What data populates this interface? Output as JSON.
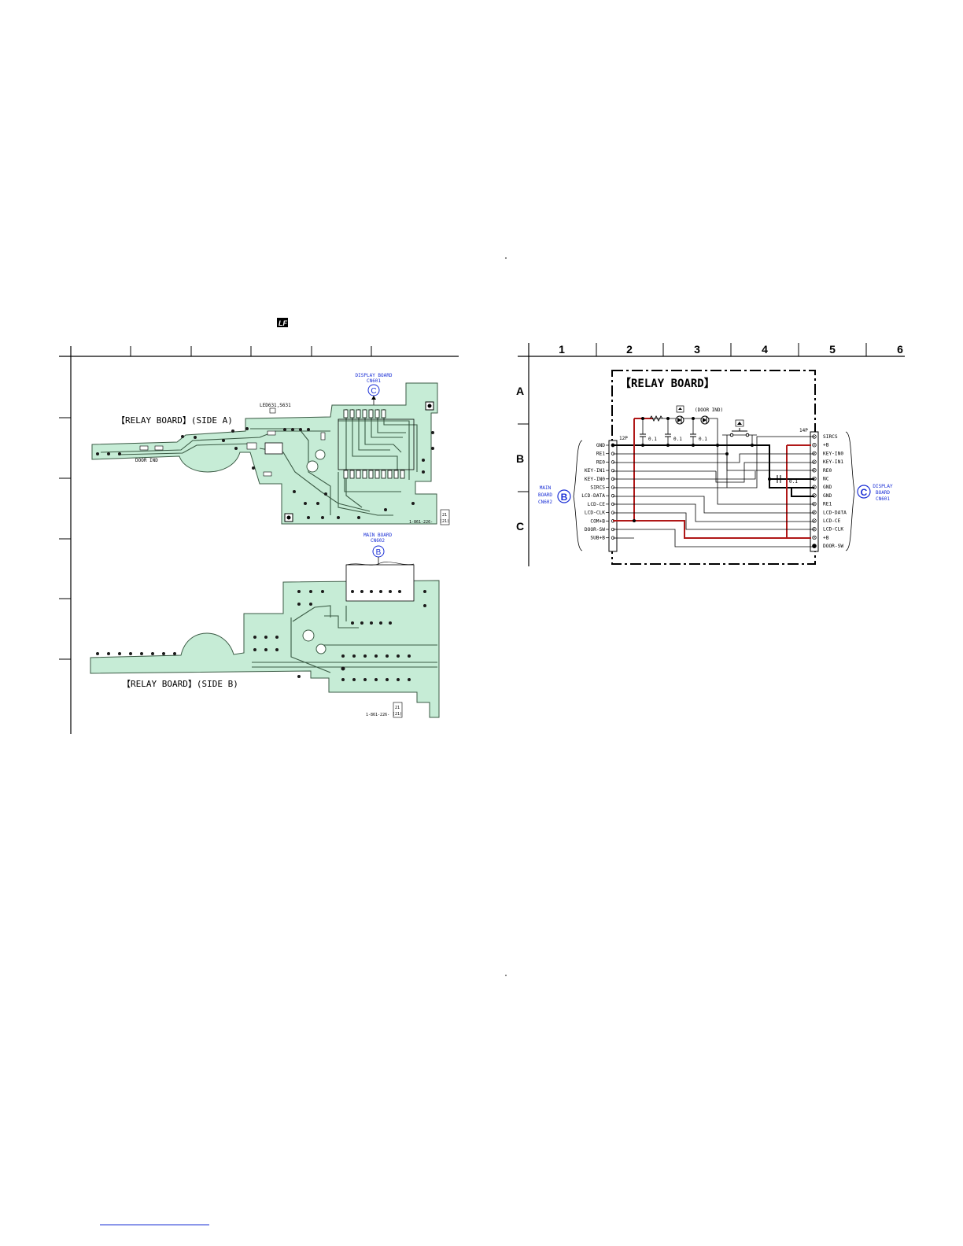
{
  "page": {
    "lf_mark": "LF"
  },
  "pcb": {
    "side_a_title": "【RELAY BOARD】(SIDE A)",
    "side_b_title": "【RELAY BOARD】(SIDE B)",
    "display_board_ref_line1": "DISPLAY BOARD",
    "display_board_ref_line2": "CN601",
    "display_board_letter": "C",
    "main_board_ref_line1": "MAIN BOARD",
    "main_board_ref_line2": "CN602",
    "main_board_letter": "B",
    "led_label": "LED631,S631",
    "door_ind_label": "DOOR IND",
    "part_number_a": "1-861-226-",
    "part_number_b": "1-861-226-",
    "rev_top": "21",
    "rev_bottom": "(21)"
  },
  "schematic": {
    "title": "【RELAY BOARD】",
    "col_labels": [
      "1",
      "2",
      "3",
      "4",
      "5",
      "6"
    ],
    "row_labels": [
      "A",
      "B",
      "C"
    ],
    "left_conn": "12P",
    "right_conn": "14P",
    "main_board_line1": "MAIN",
    "main_board_line2": "BOARD",
    "main_board_line3": "CN602",
    "main_board_letter": "B",
    "display_board_line1": "DISPLAY",
    "display_board_line2": "BOARD",
    "display_board_line3": "CN601",
    "display_board_letter": "C",
    "door_ind": "(DOOR IND)",
    "cap1": "0.1",
    "cap2": "0.1",
    "cap3": "0.1",
    "cap4": "0.1",
    "left_pins": [
      "GND",
      "RE1",
      "RE0",
      "KEY-IN1",
      "KEY-IN0",
      "SIRCS",
      "LCD-DATA",
      "LCD-CE",
      "LCD-CLK",
      "COM+B",
      "DOOR-SW",
      "SUB+B"
    ],
    "right_pins": [
      "SIRCS",
      "+B",
      "KEY-IN0",
      "KEY-IN1",
      "RE0",
      "NC",
      "GND",
      "GND",
      "RE1",
      "LCD-DATA",
      "LCD-CE",
      "LCD-CLK",
      "+B",
      "DOOR-SW"
    ]
  }
}
